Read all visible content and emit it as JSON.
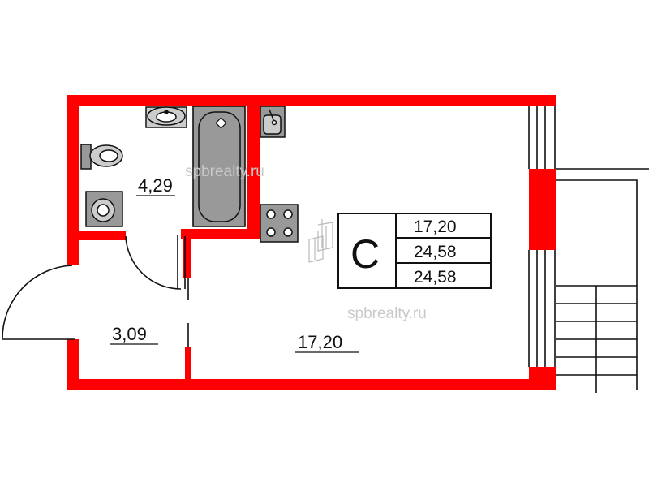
{
  "watermark": "spbrealty.ru",
  "rooms": {
    "bathroom_area": "4,29",
    "hall_area": "3,09",
    "living_area": "17,20"
  },
  "legend": {
    "letter": "С",
    "values": [
      "17,20",
      "24,58",
      "24,58"
    ]
  },
  "colors": {
    "wall": "#ff0000",
    "fixture_fill": "#999999",
    "line": "#111111"
  }
}
